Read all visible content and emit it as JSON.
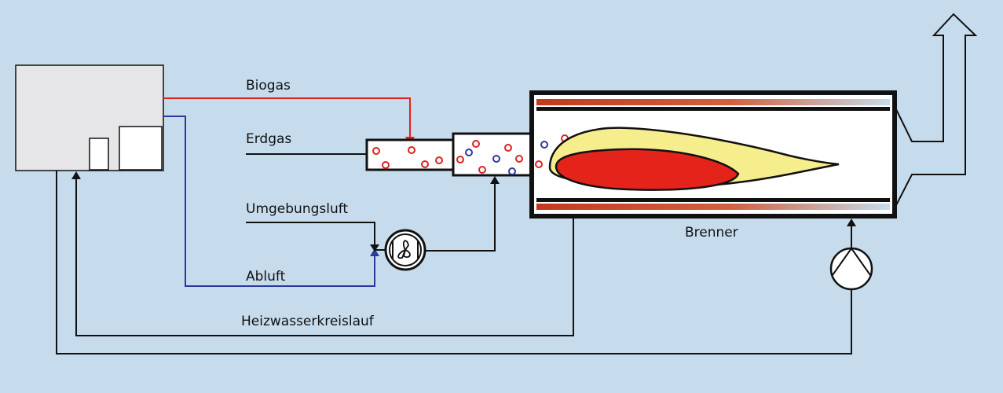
{
  "labels": {
    "biogas": "Biogas",
    "erdgas": "Erdgas",
    "umgebungsluft": "Umgebungsluft",
    "abluft": "Abluft",
    "heizwasserkreislauf": "Heizwasserkreislauf",
    "brenner": "Brenner"
  },
  "colors": {
    "background": "#c6dced",
    "biogas_line": "#e02020",
    "abluft_line": "#2a3a9c",
    "line": "#111111",
    "flame_outer": "#f6ee8c",
    "flame_inner": "#e4231a",
    "burner_wall": "#c23a1e",
    "unit_fill": "#e6e6e8"
  }
}
